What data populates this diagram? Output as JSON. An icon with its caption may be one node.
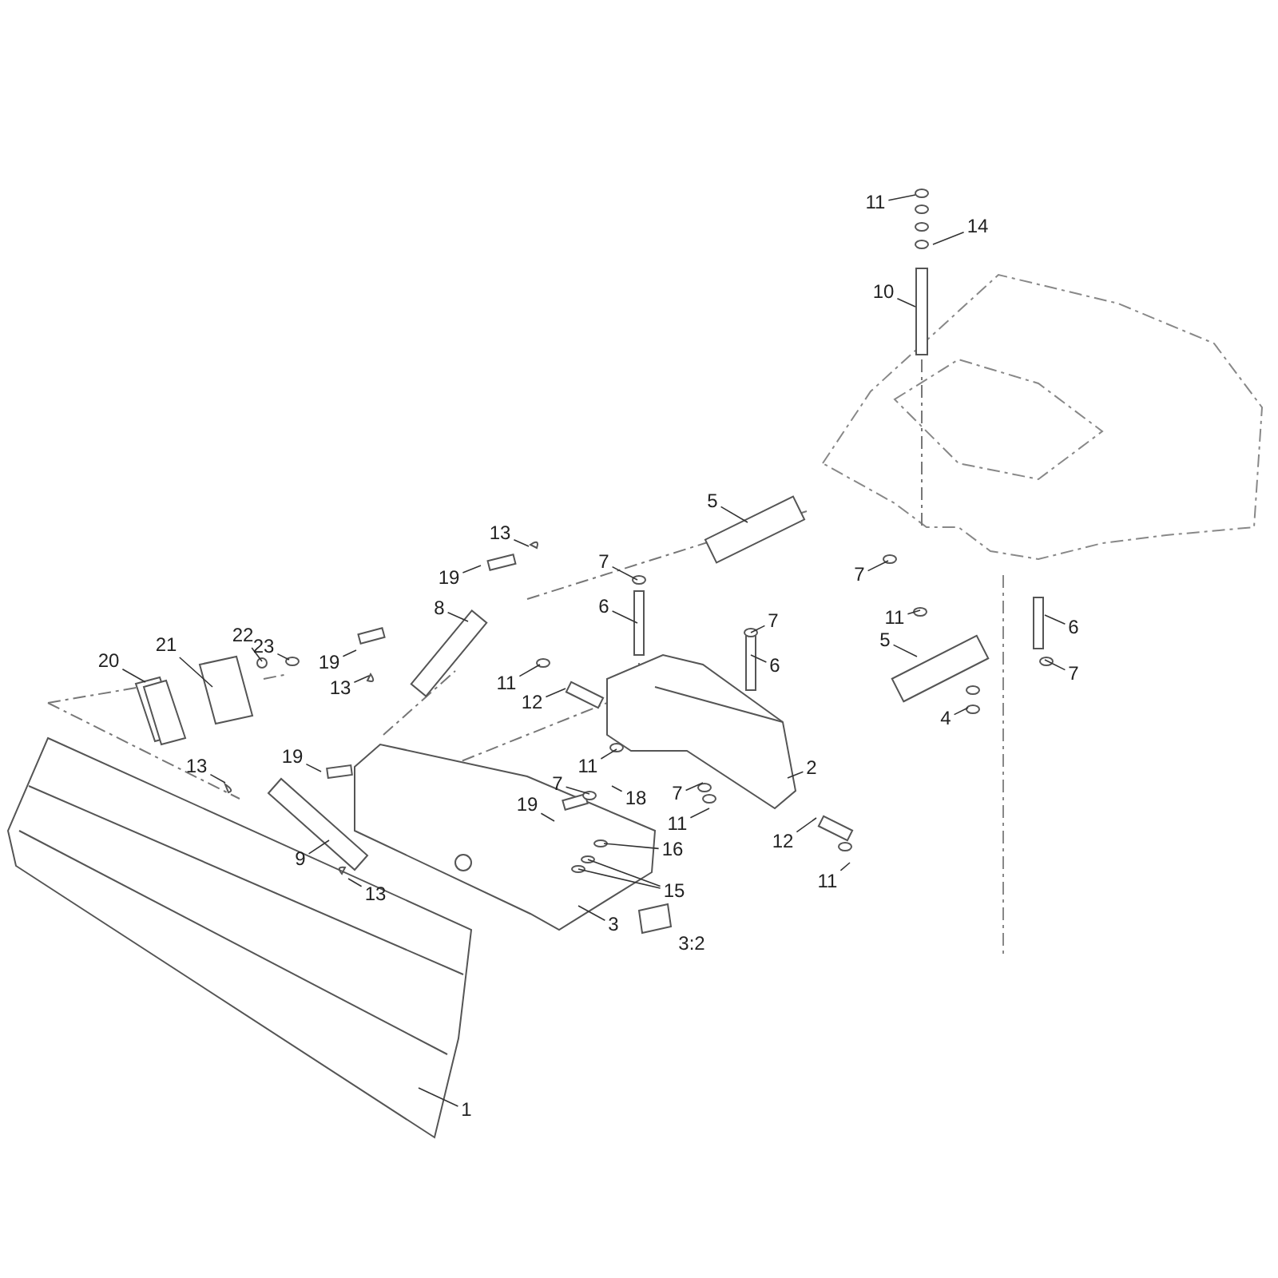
{
  "diagram": {
    "nodes": [
      {
        "text": [
          "11"
        ]
      },
      {
        "text": [
          "14"
        ]
      },
      {
        "text": [
          "10"
        ]
      },
      {
        "text": [
          "5"
        ]
      },
      {
        "text": [
          "13"
        ]
      },
      {
        "text": [
          "19"
        ]
      },
      {
        "text": [
          "7"
        ]
      },
      {
        "text": [
          "6"
        ]
      },
      {
        "text": [
          "7"
        ]
      },
      {
        "text": [
          "8"
        ]
      },
      {
        "text": [
          "7"
        ]
      },
      {
        "text": [
          "6"
        ]
      },
      {
        "text": [
          "5"
        ]
      },
      {
        "text": [
          "11"
        ]
      },
      {
        "text": [
          "6"
        ]
      },
      {
        "text": [
          "7"
        ]
      },
      {
        "text": [
          "4"
        ]
      },
      {
        "text": [
          "20"
        ]
      },
      {
        "text": [
          "21"
        ]
      },
      {
        "text": [
          "22"
        ]
      },
      {
        "text": [
          "23"
        ]
      },
      {
        "text": [
          "19"
        ]
      },
      {
        "text": [
          "13"
        ]
      },
      {
        "text": [
          "11"
        ]
      },
      {
        "text": [
          "12"
        ]
      },
      {
        "text": [
          "13"
        ]
      },
      {
        "text": [
          "19"
        ]
      },
      {
        "text": [
          "11"
        ]
      },
      {
        "text": [
          "7"
        ]
      },
      {
        "text": [
          "19"
        ]
      },
      {
        "text": [
          "18"
        ]
      },
      {
        "text": [
          "7"
        ]
      },
      {
        "text": [
          "11"
        ]
      },
      {
        "text": [
          "2"
        ]
      },
      {
        "text": [
          "16"
        ]
      },
      {
        "text": [
          "15"
        ]
      },
      {
        "text": [
          "9"
        ]
      },
      {
        "text": [
          "13"
        ]
      },
      {
        "text": [
          "12"
        ]
      },
      {
        "text": [
          "11"
        ]
      },
      {
        "text": [
          "3"
        ]
      },
      {
        "text": [
          "1"
        ]
      }
    ],
    "edges": [
      {
        "from": 0,
        "to": null,
        "arrow": "none"
      },
      {
        "from": 1,
        "to": null,
        "arrow": "none"
      },
      {
        "from": 2,
        "to": null,
        "arrow": "none"
      },
      {
        "from": 3,
        "to": null,
        "arrow": "none"
      },
      {
        "from": 4,
        "to": null,
        "arrow": "none"
      },
      {
        "from": 5,
        "to": null,
        "arrow": "none"
      },
      {
        "from": 6,
        "to": null,
        "arrow": "none"
      },
      {
        "from": 7,
        "to": null,
        "arrow": "none"
      },
      {
        "from": 8,
        "to": null,
        "arrow": "none"
      },
      {
        "from": 9,
        "to": null,
        "arrow": "none"
      },
      {
        "from": 10,
        "to": null,
        "arrow": "none"
      },
      {
        "from": 11,
        "to": null,
        "arrow": "none"
      },
      {
        "from": 12,
        "to": null,
        "arrow": "none"
      },
      {
        "from": 13,
        "to": null,
        "arrow": "none"
      },
      {
        "from": 14,
        "to": null,
        "arrow": "none"
      },
      {
        "from": 15,
        "to": null,
        "arrow": "none"
      },
      {
        "from": 16,
        "to": null,
        "arrow": "none"
      },
      {
        "from": 17,
        "to": null,
        "arrow": "none"
      },
      {
        "from": 18,
        "to": null,
        "arrow": "none"
      },
      {
        "from": 19,
        "to": null,
        "arrow": "none"
      },
      {
        "from": 20,
        "to": null,
        "arrow": "none"
      },
      {
        "from": 21,
        "to": null,
        "arrow": "none"
      },
      {
        "from": 22,
        "to": null,
        "arrow": "none"
      },
      {
        "from": 23,
        "to": null,
        "arrow": "none"
      },
      {
        "from": 24,
        "to": null,
        "arrow": "none"
      },
      {
        "from": 25,
        "to": null,
        "arrow": "none"
      },
      {
        "from": 26,
        "to": null,
        "arrow": "none"
      },
      {
        "from": 27,
        "to": null,
        "arrow": "none"
      },
      {
        "from": 28,
        "to": null,
        "arrow": "none"
      },
      {
        "from": 29,
        "to": null,
        "arrow": "none"
      },
      {
        "from": 30,
        "to": null,
        "arrow": "none"
      },
      {
        "from": 31,
        "to": null,
        "arrow": "none"
      },
      {
        "from": 32,
        "to": null,
        "arrow": "none"
      },
      {
        "from": 33,
        "to": null,
        "arrow": "none"
      },
      {
        "from": 34,
        "to": null,
        "arrow": "none"
      },
      {
        "from": 35,
        "to": null,
        "arrow": "none"
      },
      {
        "from": 35,
        "to": null,
        "arrow": "none"
      },
      {
        "from": 36,
        "to": null,
        "arrow": "none"
      },
      {
        "from": 37,
        "to": null,
        "arrow": "none"
      },
      {
        "from": 38,
        "to": null,
        "arrow": "none"
      },
      {
        "from": 39,
        "to": null,
        "arrow": "none"
      },
      {
        "from": 40,
        "to": null,
        "arrow": "none"
      },
      {
        "from": 41,
        "to": null,
        "arrow": "none"
      }
    ],
    "labels": [
      "3:2"
    ]
  }
}
